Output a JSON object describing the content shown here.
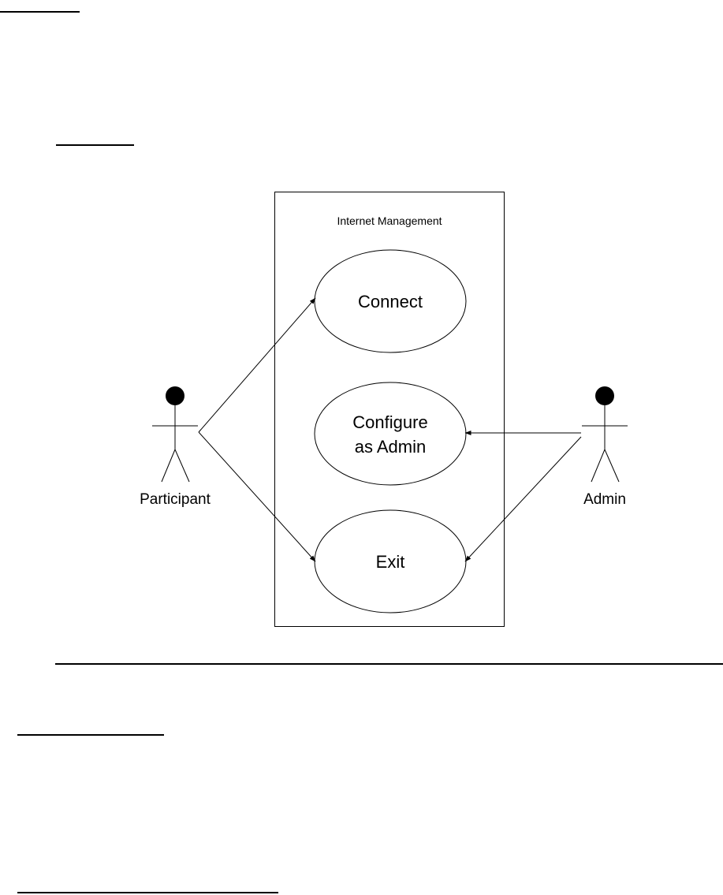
{
  "diagram": {
    "system_title": "Internet Management",
    "use_cases": {
      "connect": "Connect",
      "configure_line1": "Configure",
      "configure_line2": "as Admin",
      "exit": "Exit"
    },
    "actors": {
      "participant": "Participant",
      "admin": "Admin"
    }
  },
  "colors": {
    "ink": "#000000",
    "background": "#ffffff"
  }
}
